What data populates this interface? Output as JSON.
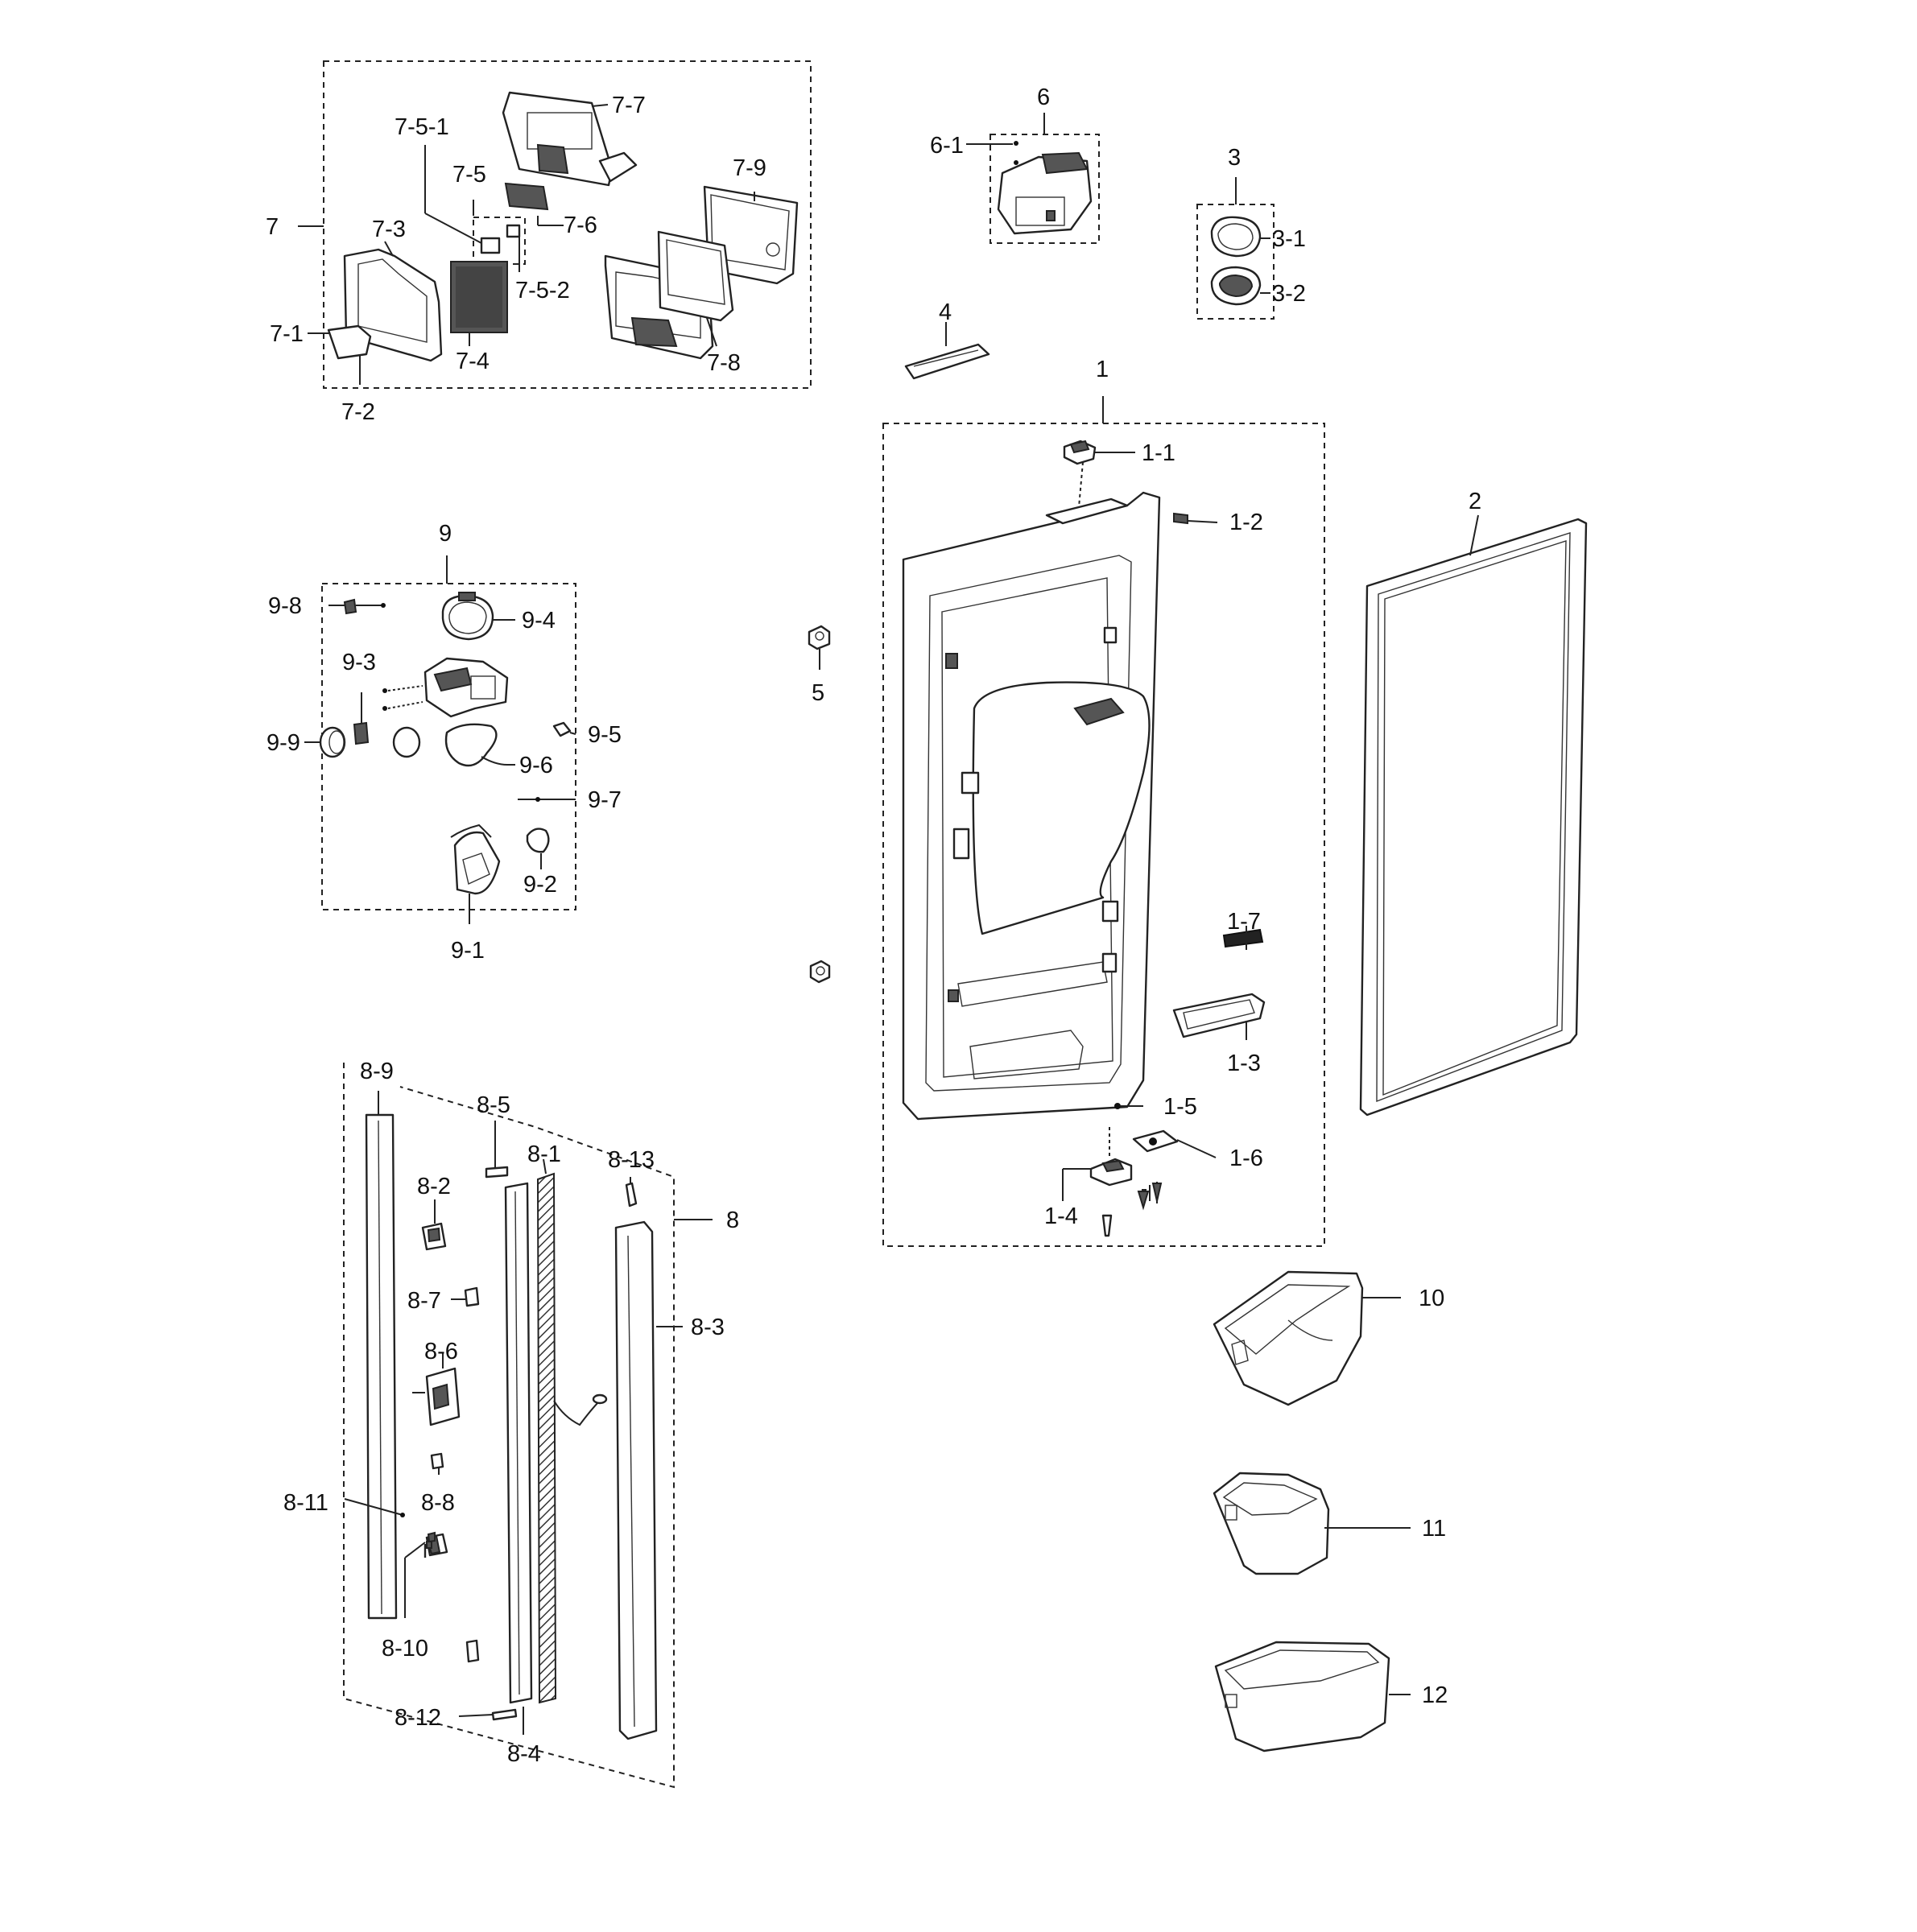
{
  "labels": {
    "g1": "1",
    "g1_1": "1-1",
    "g1_2": "1-2",
    "g1_3": "1-3",
    "g1_4": "1-4",
    "g1_5": "1-5",
    "g1_6": "1-6",
    "g1_7": "1-7",
    "g2": "2",
    "g3": "3",
    "g3_1": "3-1",
    "g3_2": "3-2",
    "g4": "4",
    "g5": "5",
    "g6": "6",
    "g6_1": "6-1",
    "g7": "7",
    "g7_1": "7-1",
    "g7_2": "7-2",
    "g7_3": "7-3",
    "g7_4": "7-4",
    "g7_5": "7-5",
    "g7_5_1": "7-5-1",
    "g7_5_2": "7-5-2",
    "g7_6": "7-6",
    "g7_7": "7-7",
    "g7_8": "7-8",
    "g7_9": "7-9",
    "g8": "8",
    "g8_1": "8-1",
    "g8_2": "8-2",
    "g8_3": "8-3",
    "g8_4": "8-4",
    "g8_5": "8-5",
    "g8_6": "8-6",
    "g8_7": "8-7",
    "g8_8": "8-8",
    "g8_9": "8-9",
    "g8_10": "8-10",
    "g8_11": "8-11",
    "g8_12": "8-12",
    "g8_13": "8-13",
    "g9": "9",
    "g9_1": "9-1",
    "g9_2": "9-2",
    "g9_3": "9-3",
    "g9_4": "9-4",
    "g9_5": "9-5",
    "g9_6": "9-6",
    "g9_7": "9-7",
    "g9_8": "9-8",
    "g9_9": "9-9",
    "g10": "10",
    "g11": "11",
    "g12": "12"
  }
}
